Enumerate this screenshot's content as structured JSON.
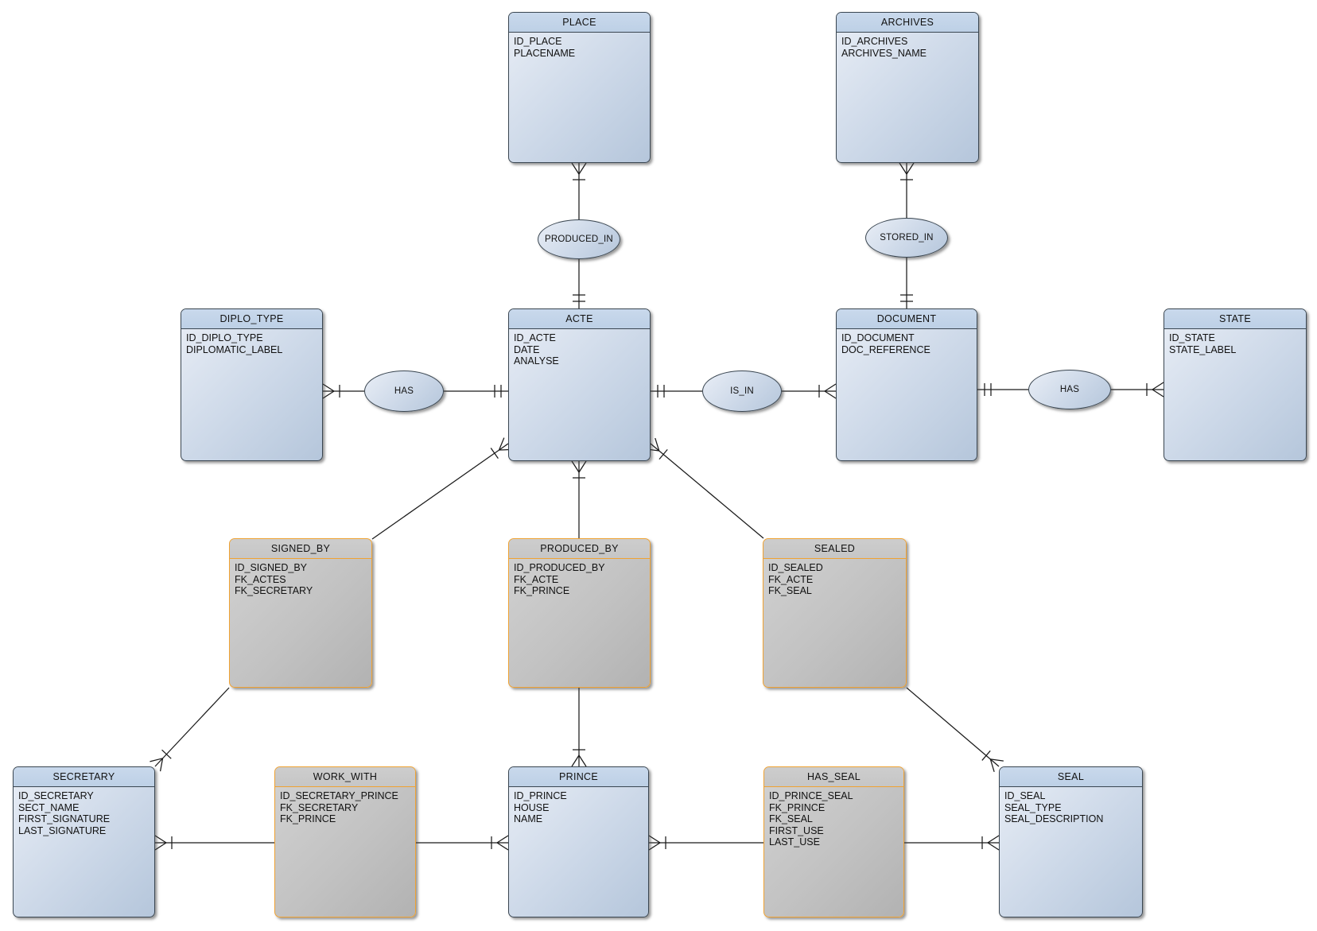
{
  "entities": {
    "place": {
      "title": "PLACE",
      "attributes": [
        "ID_PLACE",
        "PLACENAME"
      ]
    },
    "archives": {
      "title": "ARCHIVES",
      "attributes": [
        "ID_ARCHIVES",
        "ARCHIVES_NAME"
      ]
    },
    "diplo_type": {
      "title": "DIPLO_TYPE",
      "attributes": [
        "ID_DIPLO_TYPE",
        "DIPLOMATIC_LABEL"
      ]
    },
    "acte": {
      "title": "ACTE",
      "attributes": [
        "ID_ACTE",
        "DATE",
        "ANALYSE"
      ]
    },
    "document": {
      "title": "DOCUMENT",
      "attributes": [
        "ID_DOCUMENT",
        "DOC_REFERENCE"
      ]
    },
    "state": {
      "title": "STATE",
      "attributes": [
        "ID_STATE",
        "STATE_LABEL"
      ]
    },
    "secretary": {
      "title": "SECRETARY",
      "attributes": [
        "ID_SECRETARY",
        "SECT_NAME",
        "FIRST_SIGNATURE",
        "LAST_SIGNATURE"
      ]
    },
    "prince": {
      "title": "PRINCE",
      "attributes": [
        "ID_PRINCE",
        "HOUSE",
        "NAME"
      ]
    },
    "seal": {
      "title": "SEAL",
      "attributes": [
        "ID_SEAL",
        "SEAL_TYPE",
        "SEAL_DESCRIPTION"
      ]
    },
    "signed_by": {
      "title": "SIGNED_BY",
      "attributes": [
        "ID_SIGNED_BY",
        "FK_ACTES",
        "FK_SECRETARY"
      ]
    },
    "produced_by": {
      "title": "PRODUCED_BY",
      "attributes": [
        "ID_PRODUCED_BY",
        "FK_ACTE",
        "FK_PRINCE"
      ]
    },
    "sealed": {
      "title": "SEALED",
      "attributes": [
        "ID_SEALED",
        "FK_ACTE",
        "FK_SEAL"
      ]
    },
    "work_with": {
      "title": "WORK_WITH",
      "attributes": [
        "ID_SECRETARY_PRINCE",
        "FK_SECRETARY",
        "FK_PRINCE"
      ]
    },
    "has_seal": {
      "title": "HAS_SEAL",
      "attributes": [
        "ID_PRINCE_SEAL",
        "FK_PRINCE",
        "FK_SEAL",
        "FIRST_USE",
        "LAST_USE"
      ]
    }
  },
  "relationships": {
    "produced_in": {
      "label": "PRODUCED_IN"
    },
    "stored_in": {
      "label": "STORED_IN"
    },
    "has_diplo": {
      "label": "HAS"
    },
    "is_in": {
      "label": "IS_IN"
    },
    "has_state": {
      "label": "HAS"
    }
  },
  "colors": {
    "entity_header": "#bdd0e6",
    "entity_body_light": "#e9eef6",
    "entity_body_dark": "#b5c6db",
    "entity_border": "#3a4651",
    "junction_border": "#f0a232",
    "junction_header": "#c6c6c6",
    "junction_body_light": "#d2d2d2",
    "junction_body_dark": "#b2b2b2",
    "line": "#1a1a1a",
    "background": "#ffffff",
    "text": "#111111"
  }
}
